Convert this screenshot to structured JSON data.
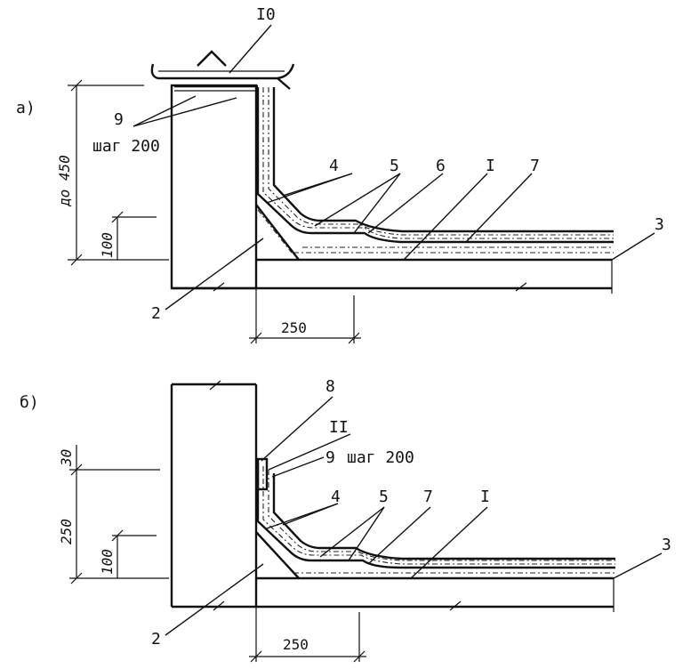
{
  "detail_a": {
    "label": "а)",
    "callouts": {
      "c10": "I0",
      "c9": "9",
      "c9_step": "шаг 200",
      "c4": "4",
      "c5": "5",
      "c6": "6",
      "c1": "I",
      "c7": "7",
      "c3": "3",
      "c2": "2"
    },
    "dimensions": {
      "height": "до 450",
      "rise": "100",
      "width": "250"
    }
  },
  "detail_b": {
    "label": "б)",
    "callouts": {
      "c8": "8",
      "c11": "II",
      "c9": "9",
      "c9_step": "шаг 200",
      "c4": "4",
      "c5": "5",
      "c7": "7",
      "c1": "I",
      "c3": "3",
      "c2": "2"
    },
    "dimensions": {
      "top": "30",
      "height": "250",
      "rise": "100",
      "width": "250"
    }
  }
}
